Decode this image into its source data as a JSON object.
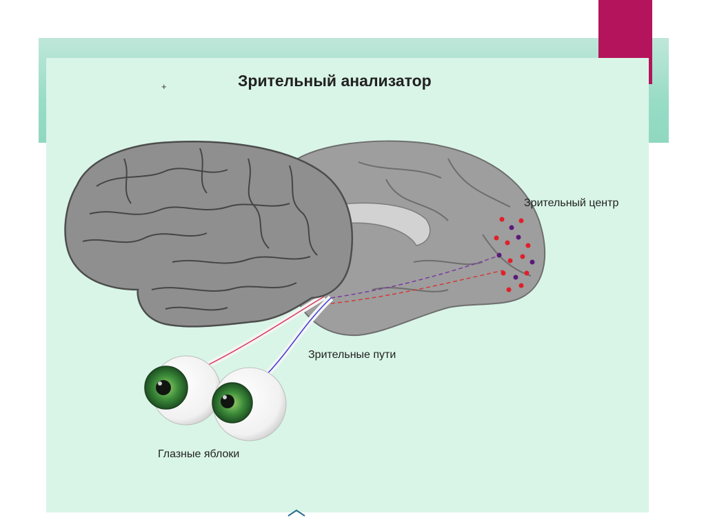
{
  "title": "Зрительный анализатор",
  "plus_mark": "+",
  "labels": {
    "visual_center": "Зрительный центр",
    "visual_paths": "Зрительные пути",
    "eyeballs": "Глазные яблоки"
  },
  "colors": {
    "panel": "#d9f5e7",
    "band": "#98dcc6",
    "accent": "#b3145c",
    "brain": "#8f8f8f",
    "iris": "#2f7d36",
    "dot_red": "#e0202a",
    "dot_purple": "#5a1a7a"
  }
}
